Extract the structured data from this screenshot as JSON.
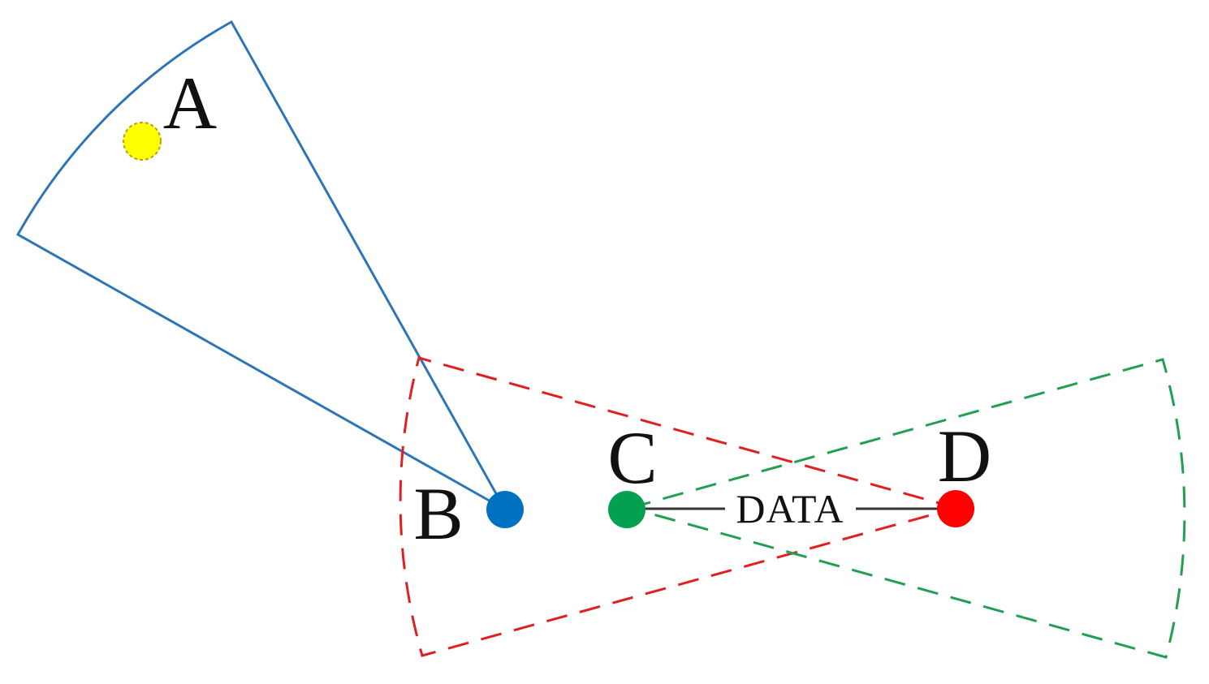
{
  "nodes": {
    "a": {
      "label": "A",
      "color": "#ffff00",
      "outline": "#b8a200"
    },
    "b": {
      "label": "B",
      "color": "#0070c0"
    },
    "c": {
      "label": "C",
      "color": "#00a050"
    },
    "d": {
      "label": "D",
      "color": "#ff0000"
    }
  },
  "sectors": {
    "blue": {
      "color": "#2e75b6",
      "style": "solid"
    },
    "red": {
      "color": "#e02020",
      "style": "dashed"
    },
    "green": {
      "color": "#20a050",
      "style": "dashed"
    }
  },
  "link": {
    "label": "DATA",
    "color": "#333333",
    "direction": "bidirectional"
  }
}
